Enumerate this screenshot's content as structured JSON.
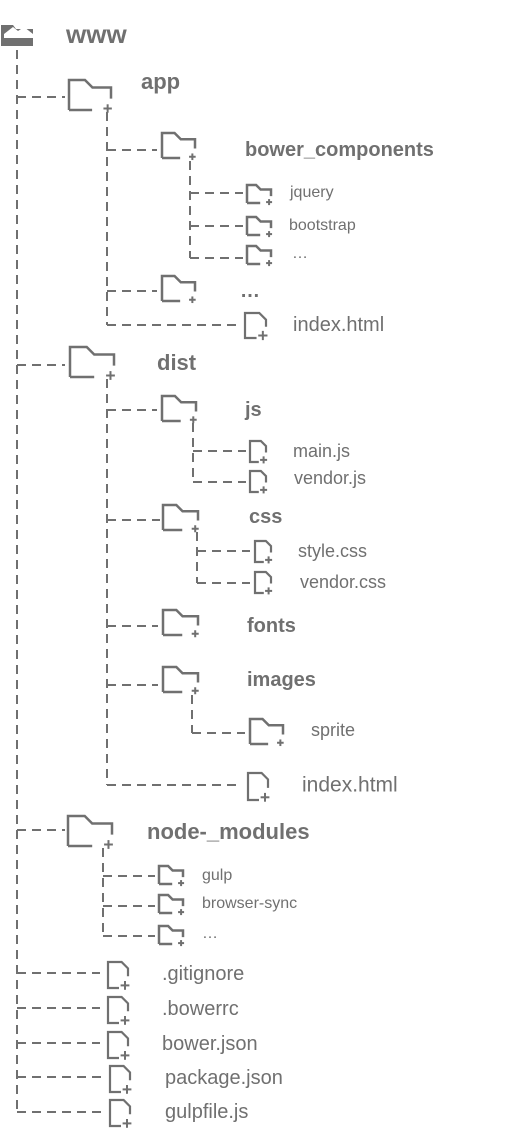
{
  "tree": {
    "root": "www",
    "app": {
      "label": "app",
      "bower_components": {
        "label": "bower_components",
        "jquery": "jquery",
        "bootstrap": "bootstrap",
        "more": "…"
      },
      "more": "…",
      "index_html": "index.html"
    },
    "dist": {
      "label": "dist",
      "js": {
        "label": "js",
        "main_js": "main.js",
        "vendor_js": "vendor.js"
      },
      "css": {
        "label": "css",
        "style_css": "style.css",
        "vendor_css": "vendor.css"
      },
      "fonts": "fonts",
      "images": {
        "label": "images",
        "sprite": "sprite"
      },
      "index_html": "index.html"
    },
    "node_modules": {
      "label": "node-_modules",
      "gulp": "gulp",
      "browser_sync": "browser-sync",
      "more": "…"
    },
    "files": {
      "gitignore": ".gitignore",
      "bowerrc": ".bowerrc",
      "bower_json": "bower.json",
      "package_json": "package.json",
      "gulpfile_js": "gulpfile.js"
    }
  }
}
